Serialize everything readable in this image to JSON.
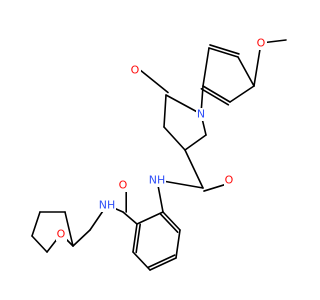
{
  "molecule": {
    "atoms": {
      "o_methoxy": {
        "symbol": "O",
        "color": "#ff0d0d"
      },
      "o_ketone": {
        "symbol": "O",
        "color": "#ff0d0d"
      },
      "n_ring": {
        "symbol": "N",
        "color": "#3050f8"
      },
      "nh_amide1": {
        "symbol": "NH",
        "color": "#3050f8"
      },
      "o_amide1": {
        "symbol": "O",
        "color": "#ff0d0d"
      },
      "o_amide2": {
        "symbol": "O",
        "color": "#ff0d0d"
      },
      "nh_amide2": {
        "symbol": "NH",
        "color": "#3050f8"
      },
      "o_thf": {
        "symbol": "O",
        "color": "#ff0d0d"
      }
    },
    "bond_color": "#000000"
  }
}
